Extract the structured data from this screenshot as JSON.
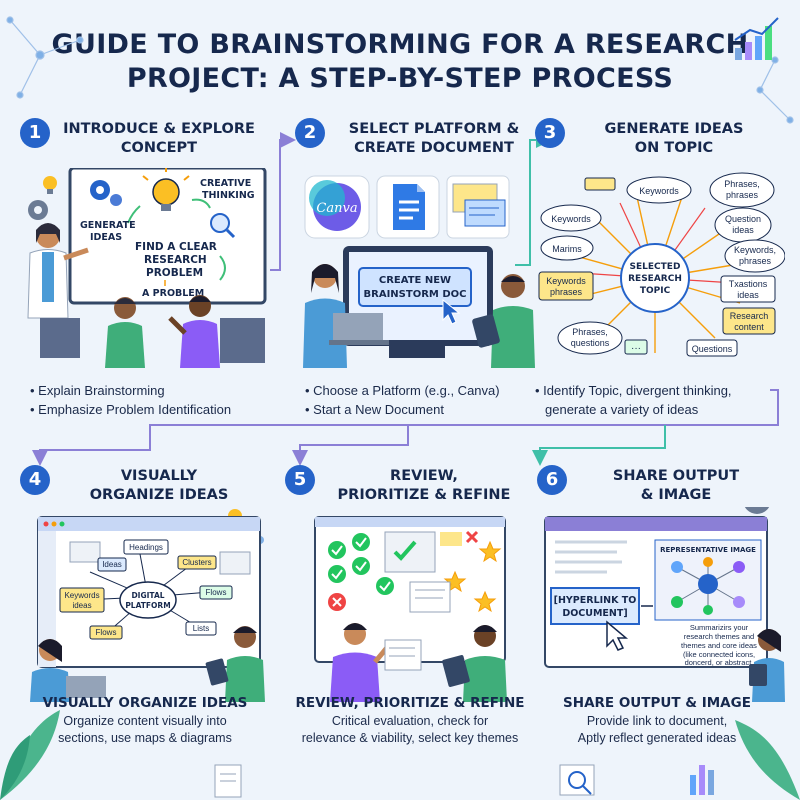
{
  "title_line1": "GUIDE TO BRAINSTORMING FOR A RESEARCH",
  "title_line2": "PROJECT: A STEP-BY-STEP PROCESS",
  "steps": [
    {
      "number": "1",
      "title": "INTRODUCE & EXPLORE\nCONCEPT",
      "scene": {
        "generate": "GENERATE",
        "ideas": "IDEAS",
        "creative": "CREATIVE",
        "thinking": "THINKING",
        "find1": "FIND A CLEAR",
        "find2": "RESEARCH",
        "find3": "PROBLEM",
        "problem": "A PROBLEM"
      },
      "bullets": [
        "Explain Brainstorming",
        "Emphasize Problem Identification"
      ]
    },
    {
      "number": "2",
      "title": "SELECT PLATFORM &\nCREATE DOCUMENT",
      "scene": {
        "canva": "Canva",
        "create1": "CREATE NEW",
        "create2": "BRAINSTORM DOC"
      },
      "bullets": [
        "Choose a Platform (e.g., Canva)",
        "Start a New Document"
      ]
    },
    {
      "number": "3",
      "title": "GENERATE IDEAS\nON TOPIC",
      "scene": {
        "center1": "SELECTED",
        "center2": "RESEARCH",
        "center3": "TOPIC",
        "keywords_a": "Keywords",
        "phrases_a1": "Phrases,",
        "phrases_a2": "phrases",
        "keywords_b": "Keywords",
        "question1": "Question",
        "question2": "ideas",
        "marims": "Marims",
        "kp1": "Keywords,",
        "kp2": "phrases",
        "kwp1": "Keywords",
        "kwp2": "phrases",
        "tx1": "Txastions",
        "tx2": "ideas",
        "rc1": "Research",
        "rc2": "content",
        "pq1": "Phrases,",
        "pq2": "questions",
        "questions": "Questions"
      },
      "bullets": [
        "Identify Topic, divergent thinking,",
        "generate a variety of ideas"
      ]
    },
    {
      "number": "4",
      "title": "VISUALLY\nORGANIZE IDEAS",
      "scene": {
        "headings": "Headings",
        "ideas": "Ideas",
        "clusters": "Clusters",
        "digital1": "DIGITAL",
        "digital2": "PLATFORM",
        "kw1": "Keywords",
        "kw2": "ideas",
        "flows_r": "Flows",
        "flows_l": "Flows",
        "lists": "Lists"
      },
      "sub_title": "VISUALLY ORGANIZE IDEAS",
      "sub_text": "Organize content visually into\nsections, use maps & diagrams"
    },
    {
      "number": "5",
      "title": "REVIEW,\nPRIORITIZE & REFINE",
      "sub_title": "REVIEW, PRIORITIZE & REFINE",
      "sub_text": "Critical evaluation, check for\nrelevance & viability, select key themes"
    },
    {
      "number": "6",
      "title": "SHARE OUTPUT\n& IMAGE",
      "scene": {
        "rep_image": "REPRESENTATIVE IMAGE",
        "link1": "[HYPERLINK TO",
        "link2": "DOCUMENT]",
        "sum1": "Summarizirs your",
        "sum2": "research themes and",
        "sum3": "themes and core ideas",
        "sum4": "(like connected icons,",
        "sum5": "doncerd, or abstract,"
      },
      "sub_title": "SHARE OUTPUT & IMAGE",
      "sub_text": "Provide link to document,\nAptly reflect generated ideas"
    }
  ],
  "colors": {
    "accent": "#2563c9",
    "navy": "#16284d",
    "bg": "#eef4fb",
    "flow_arrow": "#8b7fd6",
    "teal_arrow": "#3fbfa8"
  }
}
